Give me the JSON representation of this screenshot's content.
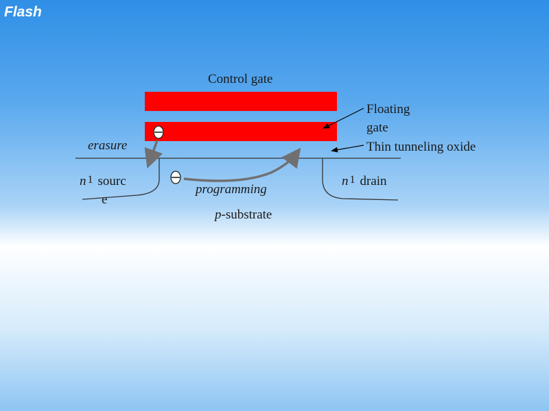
{
  "slide": {
    "title": "Flash"
  },
  "diagram": {
    "control_gate_label": "Control gate",
    "floating_gate_line1": "Floating",
    "floating_gate_line2": "gate",
    "oxide_label": "Thin tunneling oxide",
    "erasure_label": "erasure",
    "programming_label": "programming",
    "source_prefix": "n",
    "source_sup": "1",
    "source_line1": "sourc",
    "source_line2": "e",
    "drain_prefix": "n",
    "drain_sup": "1",
    "drain_word": "drain",
    "substrate_prefix": "p",
    "substrate_rest": "-substrate",
    "electron_symbol": "⊖",
    "gate_color": "#ff0000",
    "arrow_color": "#707070"
  }
}
